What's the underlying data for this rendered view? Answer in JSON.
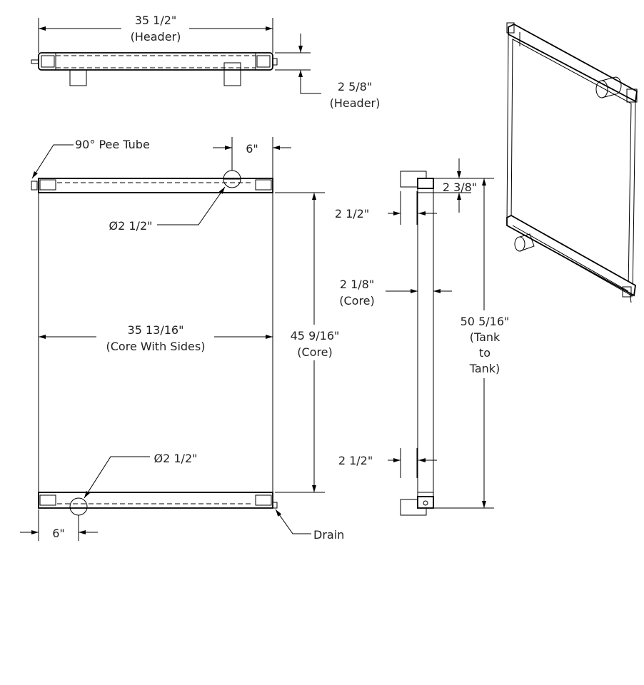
{
  "title": "Radiator dimensional drawing",
  "top_view": {
    "header_width": "35 1/2\"",
    "header_width_note": "(Header)",
    "header_height": "2 5/8\"",
    "header_height_note": "(Header)"
  },
  "front_view": {
    "pee_tube_label": "90° Pee Tube",
    "top_inlet_offset": "6\"",
    "top_inlet_diameter": "Ø2 1/2\"",
    "core_width": "35 13/16\"",
    "core_width_note": "(Core With Sides)",
    "core_height": "45 9/16\"",
    "core_height_note": "(Core)",
    "bottom_outlet_diameter": "Ø2 1/2\"",
    "bottom_outlet_offset": "6\"",
    "drain_label": "Drain"
  },
  "side_view": {
    "tank_height": "2 3/8\"",
    "top_offset": "2 1/2\"",
    "core_depth": "2 1/8\"",
    "core_depth_note": "(Core)",
    "bottom_offset": "2 1/2\"",
    "overall_height": "50 5/16\"",
    "overall_height_note_1": "(Tank",
    "overall_height_note_2": "to",
    "overall_height_note_3": "Tank)"
  }
}
